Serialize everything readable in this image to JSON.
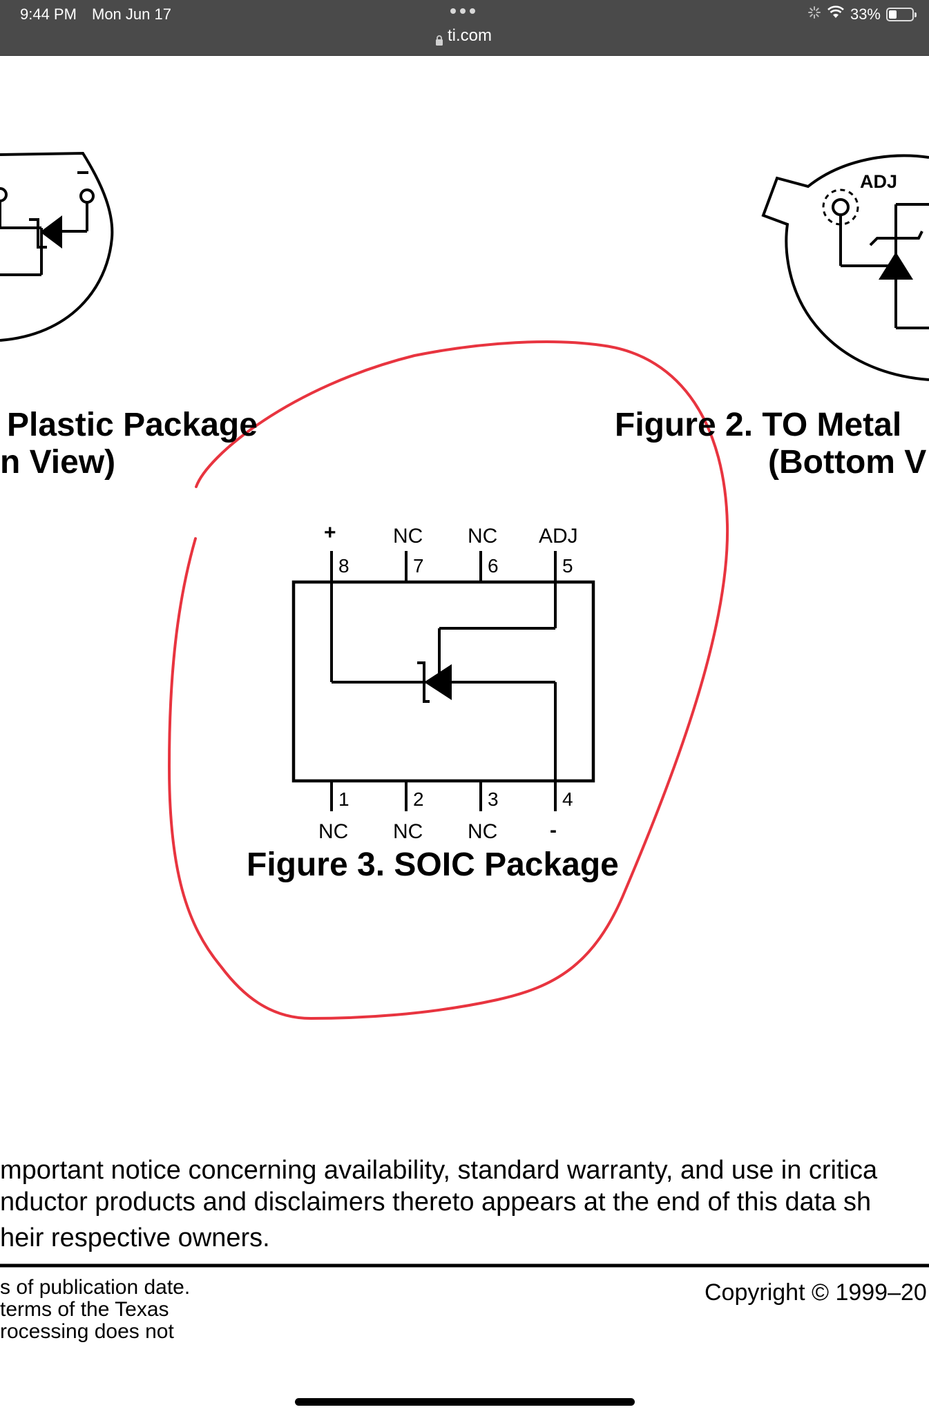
{
  "status_bar": {
    "time": "9:44 PM",
    "date": "Mon Jun 17",
    "url": "ti.com",
    "battery": "33%",
    "battery_level": 0.33
  },
  "figures": {
    "fig1_caption_line1": "Plastic Package",
    "fig1_caption_line2": "n View)",
    "fig2_caption_line1": "Figure 2.  TO Metal",
    "fig2_caption_line2": "(Bottom V",
    "fig2_adj_label": "ADJ",
    "fig3_caption": "Figure 3. SOIC Package"
  },
  "soic": {
    "top_pins": [
      {
        "name": "+",
        "num": "8"
      },
      {
        "name": "NC",
        "num": "7"
      },
      {
        "name": "NC",
        "num": "6"
      },
      {
        "name": "ADJ",
        "num": "5"
      }
    ],
    "bottom_pins": [
      {
        "name": "NC",
        "num": "1"
      },
      {
        "name": "NC",
        "num": "2"
      },
      {
        "name": "NC",
        "num": "3"
      },
      {
        "name": "-",
        "num": "4"
      }
    ]
  },
  "notice": {
    "line1": "mportant notice concerning availability, standard warranty, and use in critica",
    "line2": "nductor products and disclaimers thereto appears at the end of this data sh",
    "line3": "heir respective owners."
  },
  "footer": {
    "left_line1": "s of publication date.",
    "left_line2": "terms  of  the  Texas",
    "left_line3": "rocessing  does  not",
    "copyright": "Copyright © 1999–20"
  },
  "annotation": {
    "color": "#e8343f"
  }
}
